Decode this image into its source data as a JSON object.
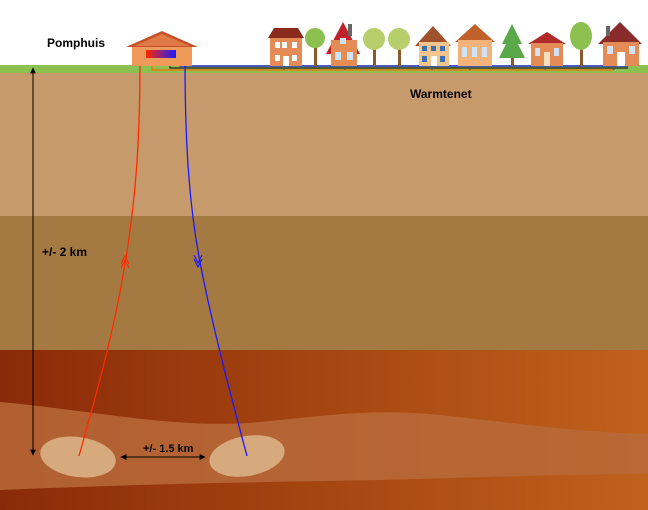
{
  "labels": {
    "pump_house": "Pomphuis",
    "heat_network": "Warmtenet",
    "depth": "+/- 2 km",
    "well_distance": "+/- 1.5 km"
  },
  "colors": {
    "sky": "#ffffff",
    "grass": "#8cc152",
    "layer_top": "#c79a6b",
    "layer_middle": "#a47a42",
    "layer_reservoir_dark": "#8b2a08",
    "layer_reservoir_light": "#c0621c",
    "reservoir_band": "#b86a3a",
    "aquifer_pocket": "#d7aa7d",
    "hot_pipe": "#ff2a00",
    "cold_pipe": "#1a1aff"
  },
  "icons": [
    "pump-house-icon",
    "house-icon",
    "tree-icon",
    "double-arrow-icon"
  ]
}
